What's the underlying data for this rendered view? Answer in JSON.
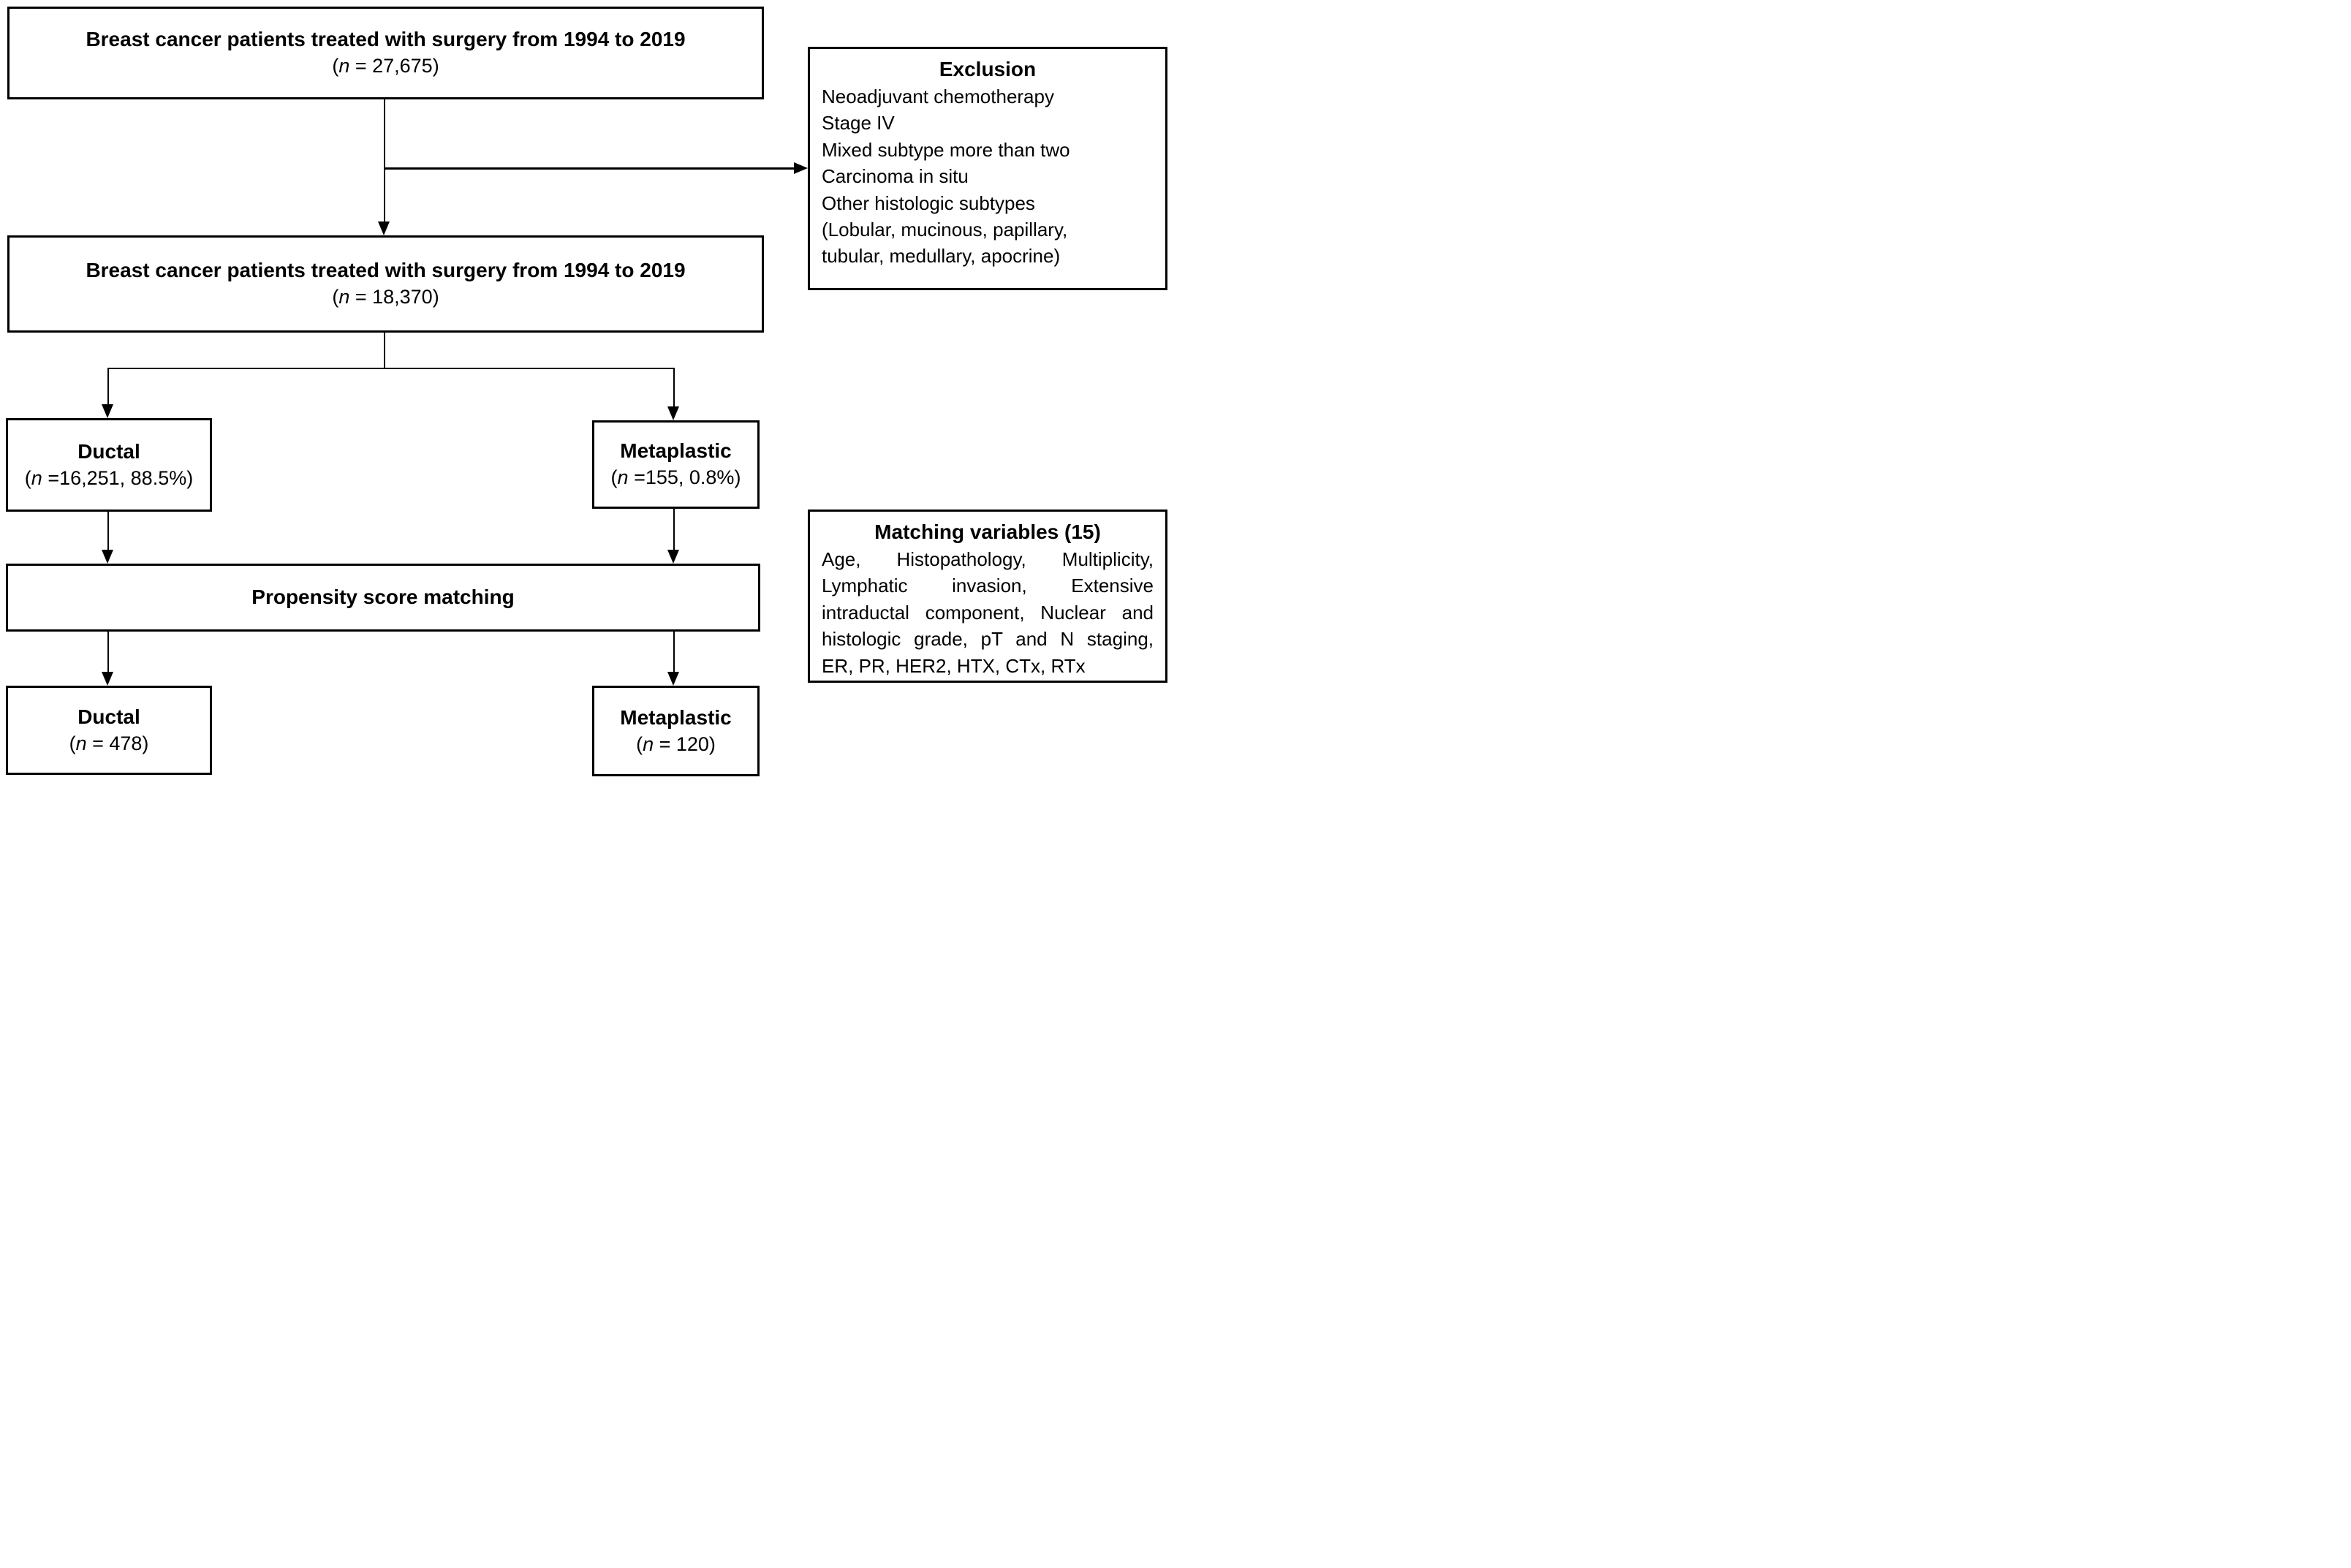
{
  "figure": {
    "background": "#ffffff",
    "line_color": "#000000"
  },
  "boxes": {
    "cohort_initial": {
      "title": "Breast cancer patients treated with surgery from 1994 to 2019",
      "n_pre": "(",
      "n_italic": "n",
      "n_post": " = 27,675)"
    },
    "exclusion": {
      "title": "Exclusion",
      "lines": [
        "Neoadjuvant chemotherapy",
        "Stage IV",
        "Mixed subtype more than two",
        "Carcinoma in situ",
        "Other histologic subtypes",
        "(Lobular, mucinous, papillary,",
        "tubular, medullary, apocrine)"
      ]
    },
    "cohort_filtered": {
      "title": "Breast cancer patients treated with surgery from 1994 to 2019",
      "n_pre": "(",
      "n_italic": "n",
      "n_post": " = 18,370)"
    },
    "ductal_unmatched": {
      "title": "Ductal",
      "n_pre": "(",
      "n_italic": "n",
      "n_post": " =16,251, 88.5%)"
    },
    "metaplastic_unmatched": {
      "title": "Metaplastic",
      "n_pre": "(",
      "n_italic": "n",
      "n_post": " =155, 0.8%)"
    },
    "psm": {
      "title": "Propensity score matching"
    },
    "matching_variables": {
      "title": "Matching variables (15)",
      "lines": [
        "Age, Histopathology, Multiplicity,",
        "Lymphatic invasion, Extensive",
        "intraductal component, Nuclear and",
        "histologic grade, pT and N staging,",
        "ER, PR, HER2, HTX, CTx, RTx"
      ]
    },
    "ductal_matched": {
      "title": "Ductal",
      "n_pre": "(",
      "n_italic": "n",
      "n_post": " = 478)"
    },
    "metaplastic_matched": {
      "title": "Metaplastic",
      "n_pre": "(",
      "n_italic": "n",
      "n_post": " = 120)"
    }
  }
}
